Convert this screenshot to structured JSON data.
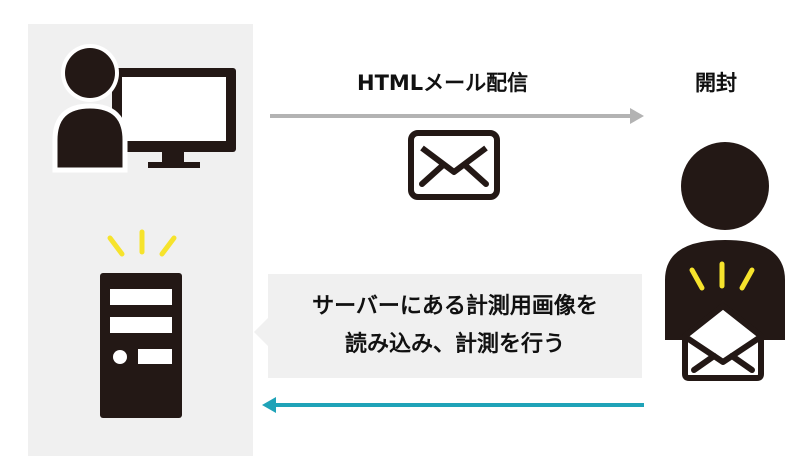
{
  "top_arrow_label": "HTMLメール配信",
  "open_label": "開封",
  "callout": {
    "line1": "サーバーにある計測用画像を",
    "line2": "読み込み、計測を行う"
  },
  "colors": {
    "panel_bg": "#f0f0f0",
    "icon_dark": "#231815",
    "send_arrow": "#b3b3b3",
    "return_arrow": "#1fa3b8",
    "accent_yellow": "#f6e32c"
  },
  "icons": {
    "sender": "user-at-computer-icon",
    "mail": "envelope-icon",
    "server": "server-icon",
    "recipient": "user-icon",
    "opened_mail": "open-envelope-icon"
  }
}
